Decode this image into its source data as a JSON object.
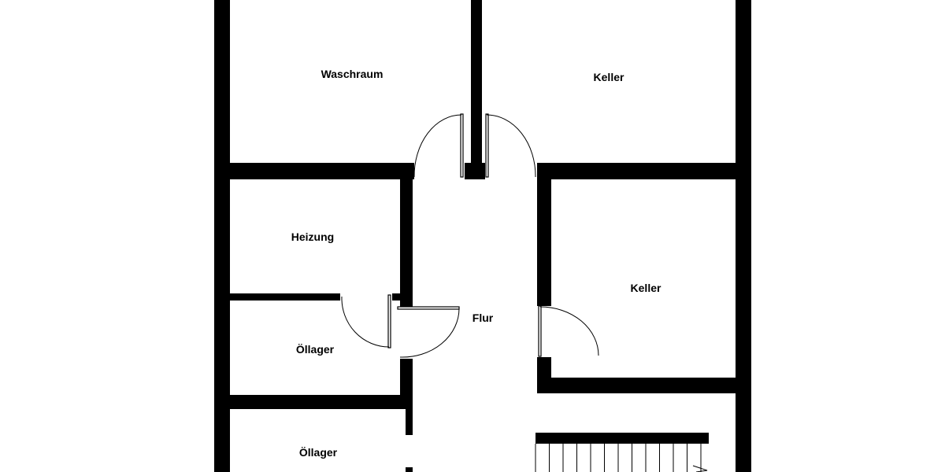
{
  "rooms": {
    "waschraum": "Waschraum",
    "keller_top": "Keller",
    "heizung": "Heizung",
    "keller_right": "Keller",
    "flur": "Flur",
    "oellager_1": "Öllager",
    "oellager_2": "Öllager"
  },
  "colors": {
    "wall": "#000000",
    "background": "#ffffff"
  }
}
